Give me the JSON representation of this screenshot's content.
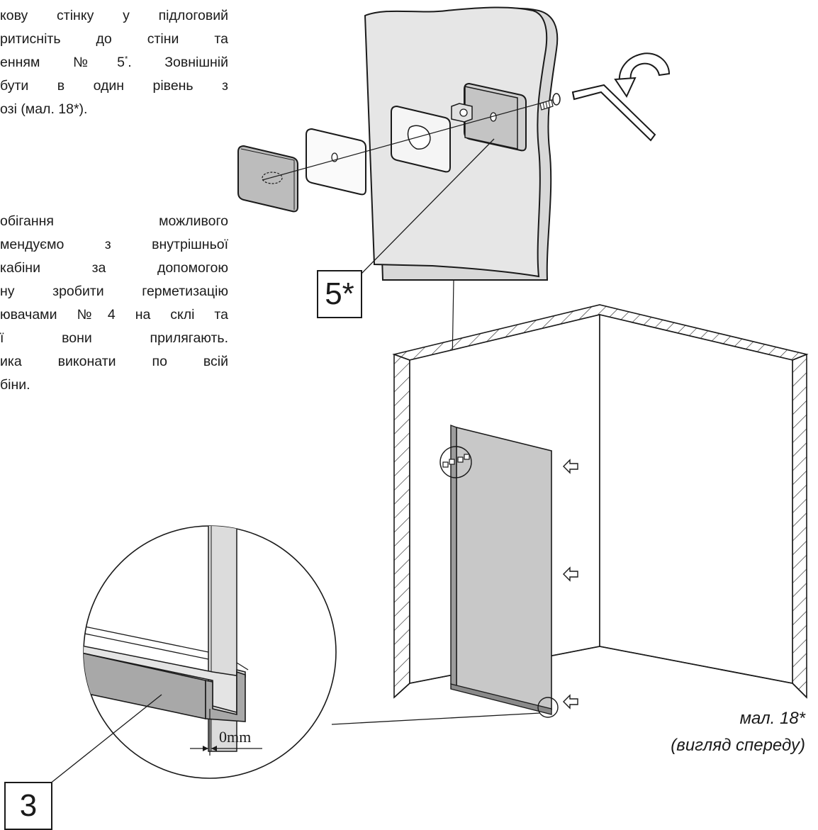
{
  "instructions": {
    "para1_lines": [
      "кову стінку у підлоговий",
      "ритисніть до стіни та",
      "енням №5",
      "*",
      ". Зовнішній",
      "бути в один рівень з",
      "озі (мал. 18*)."
    ],
    "para2_lines": [
      "обігання можливого",
      "мендуємо з внутрішньої",
      "кабіни за допомогою",
      "ну зробити герметизацію",
      "ювачами №4 на склі та",
      "ї вони прилягають.",
      "ика виконати по всій",
      "біни."
    ]
  },
  "labels": {
    "part_5": "5*",
    "part_3": "3"
  },
  "detail": {
    "dimension": "0mm"
  },
  "caption": {
    "title": "мал. 18*",
    "subtitle": "(вигляд спереду)"
  },
  "colors": {
    "line": "#1a1a1a",
    "wall_fill": "#e4e4e4",
    "panel_fill": "#bdbdbd",
    "glass_fill": "#c8c8c8",
    "profile_fill": "#a8a8a8"
  }
}
